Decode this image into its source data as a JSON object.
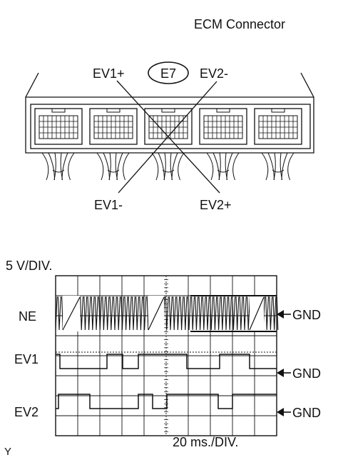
{
  "connector": {
    "title": "ECM Connector",
    "badge": "E7",
    "pins": {
      "ev1_plus": "EV1+",
      "ev2_minus": "EV2-",
      "ev1_minus": "EV1-",
      "ev2_plus": "EV2+"
    }
  },
  "scope": {
    "volt_div": "5 V/DIV.",
    "time_div": "20 ms./DIV.",
    "channels": [
      {
        "name": "NE",
        "ground": "GND"
      },
      {
        "name": "EV1",
        "ground": "GND"
      },
      {
        "name": "EV2",
        "ground": "GND"
      }
    ],
    "corner_mark": "Y"
  }
}
